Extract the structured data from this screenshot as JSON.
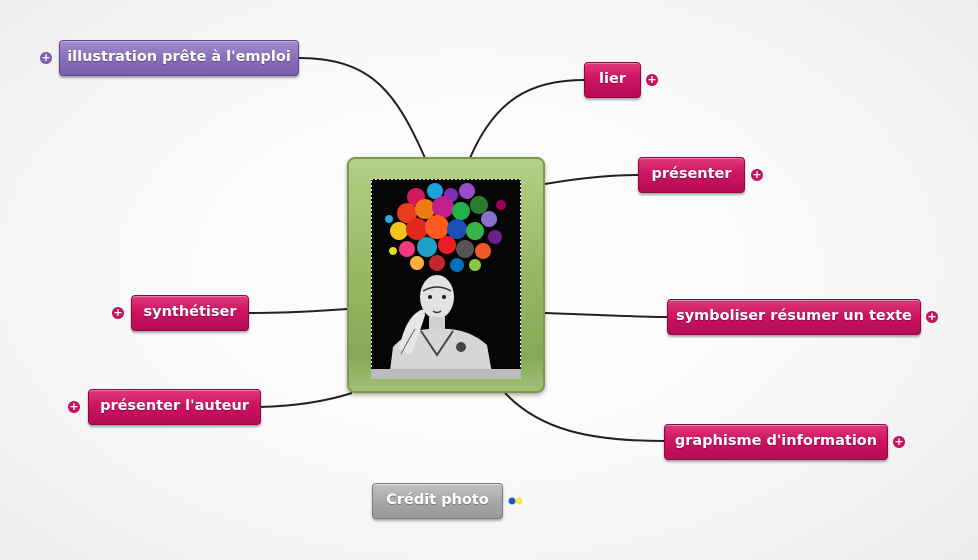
{
  "mindmap": {
    "central": {
      "image_icon": "portrait-with-colorful-splashes-illustration"
    },
    "branches": [
      {
        "key": "illustration",
        "label": "illustration prête à l'emploi",
        "color": "#8a6fbb",
        "expand_icon": "plus-circle-icon"
      },
      {
        "key": "lier",
        "label": "lier",
        "color": "#cc1463",
        "expand_icon": "plus-circle-icon"
      },
      {
        "key": "presenter",
        "label": "présenter",
        "color": "#cc1463",
        "expand_icon": "plus-circle-icon"
      },
      {
        "key": "symboliser",
        "label": "symboliser résumer un texte",
        "color": "#cc1463",
        "expand_icon": "plus-circle-icon"
      },
      {
        "key": "graphisme",
        "label": "graphisme d'information",
        "color": "#cc1463",
        "expand_icon": "plus-circle-icon"
      },
      {
        "key": "synthetiser",
        "label": "synthétiser",
        "color": "#cc1463",
        "expand_icon": "plus-circle-icon"
      },
      {
        "key": "auteur",
        "label": "présenter l'auteur",
        "color": "#cc1463",
        "expand_icon": "plus-circle-icon"
      }
    ],
    "credit": {
      "label": "Crédit photo",
      "color": "#a9a9a9",
      "indicator_icon": "blue-yellow-dots-icon"
    },
    "colors": {
      "connector": "#222222",
      "central_frame": "#97b764"
    },
    "expand_glyph": "+"
  }
}
